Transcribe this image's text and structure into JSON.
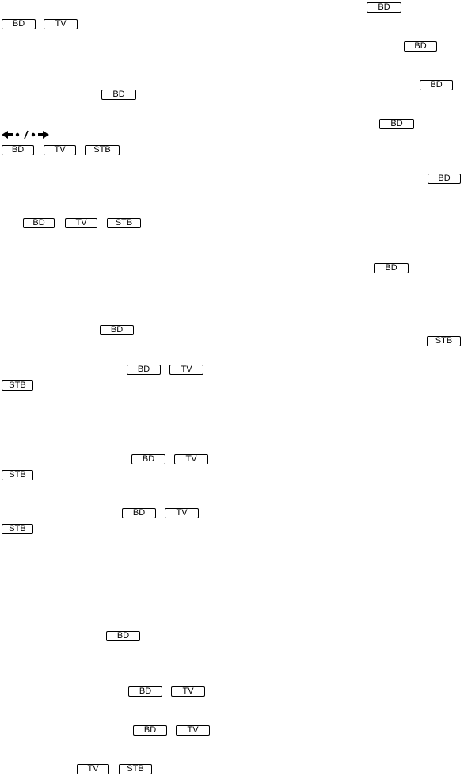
{
  "labels": {
    "bd": "BD",
    "tv": "TV",
    "stb": "STB"
  },
  "direction_symbol": "←•/•→"
}
